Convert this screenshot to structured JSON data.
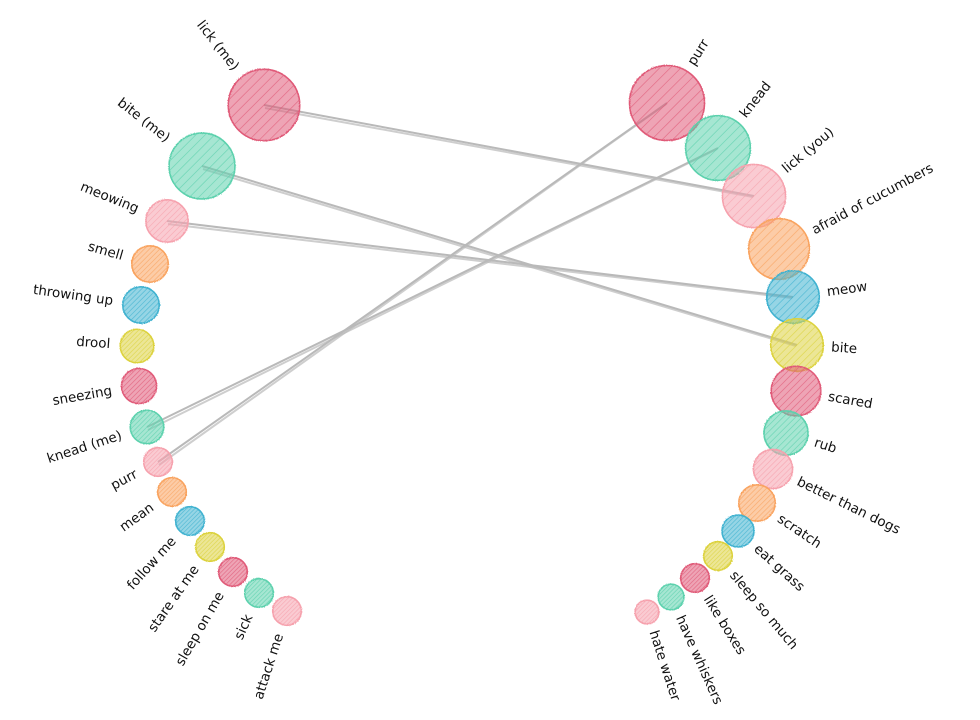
{
  "chart_data": {
    "type": "arc-bubble",
    "palette": [
      "#e05a78",
      "#5cd1ad",
      "#f6a1ad",
      "#f9a35f",
      "#3fb2d0",
      "#dcd23e"
    ],
    "left_nodes": [
      {
        "label": "lick (me)",
        "value": 10,
        "color_index": 0
      },
      {
        "label": "bite (me)",
        "value": 8.5,
        "color_index": 1
      },
      {
        "label": "meowing",
        "value": 3.5,
        "color_index": 2
      },
      {
        "label": "smell",
        "value": 2.6,
        "color_index": 3
      },
      {
        "label": "throwing up",
        "value": 2.6,
        "color_index": 4
      },
      {
        "label": "drool",
        "value": 2.2,
        "color_index": 5
      },
      {
        "label": "sneezing",
        "value": 2.4,
        "color_index": 0
      },
      {
        "label": "knead (me)",
        "value": 2.2,
        "color_index": 1
      },
      {
        "label": "purr",
        "value": 1.6,
        "color_index": 2
      },
      {
        "label": "mean",
        "value": 1.6,
        "color_index": 3
      },
      {
        "label": "follow me",
        "value": 1.6,
        "color_index": 4
      },
      {
        "label": "stare at me",
        "value": 1.6,
        "color_index": 5
      },
      {
        "label": "sleep on me",
        "value": 1.6,
        "color_index": 0
      },
      {
        "label": "sick",
        "value": 1.6,
        "color_index": 1
      },
      {
        "label": "attack me",
        "value": 1.6,
        "color_index": 2
      }
    ],
    "right_nodes": [
      {
        "label": "purr",
        "value": 11,
        "color_index": 0
      },
      {
        "label": "knead",
        "value": 8.2,
        "color_index": 1
      },
      {
        "label": "lick (you)",
        "value": 7.8,
        "color_index": 2
      },
      {
        "label": "afraid of cucumbers",
        "value": 7.2,
        "color_index": 3
      },
      {
        "label": "meow",
        "value": 5.4,
        "color_index": 4
      },
      {
        "label": "bite",
        "value": 5.4,
        "color_index": 5
      },
      {
        "label": "scared",
        "value": 4.8,
        "color_index": 0
      },
      {
        "label": "rub",
        "value": 3.8,
        "color_index": 1
      },
      {
        "label": "better than dogs",
        "value": 3.0,
        "color_index": 2
      },
      {
        "label": "scratch",
        "value": 2.6,
        "color_index": 3
      },
      {
        "label": "eat grass",
        "value": 2.0,
        "color_index": 4
      },
      {
        "label": "sleep so much",
        "value": 1.6,
        "color_index": 5
      },
      {
        "label": "like boxes",
        "value": 1.6,
        "color_index": 0
      },
      {
        "label": "have whiskers",
        "value": 1.3,
        "color_index": 1
      },
      {
        "label": "hate water",
        "value": 1.1,
        "color_index": 2
      }
    ],
    "links": [
      {
        "from": "lick (me)",
        "to": "lick (you)"
      },
      {
        "from": "bite (me)",
        "to": "bite"
      },
      {
        "from": "meowing",
        "to": "meow"
      },
      {
        "from": "knead (me)",
        "to": "knead"
      },
      {
        "from": "purr",
        "to": "purr"
      }
    ]
  }
}
